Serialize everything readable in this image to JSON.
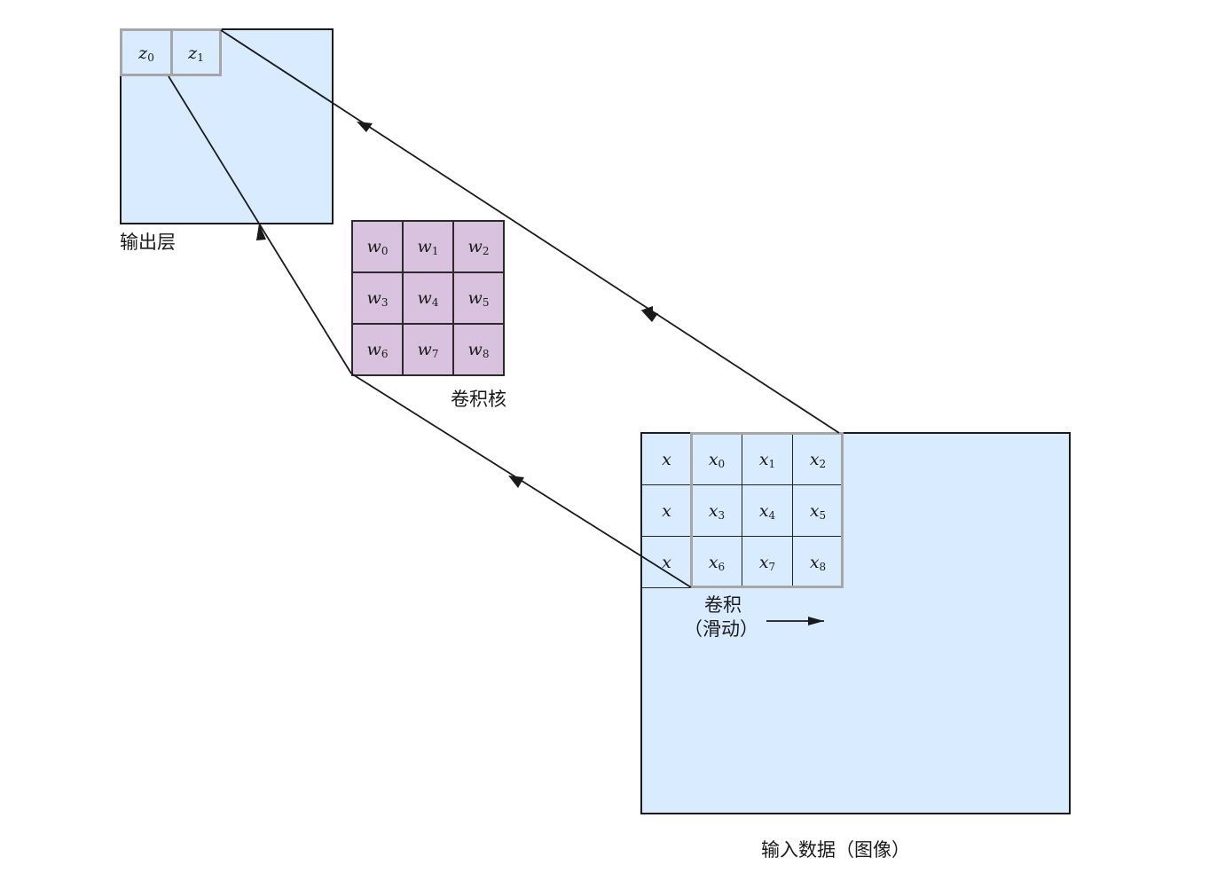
{
  "colors": {
    "input_fill": "#d9ecff",
    "kernel_fill": "#d8c2dd",
    "frame_gray": "#a6a6a6",
    "line": "#1a1a1a"
  },
  "output_layer": {
    "label": "输出层",
    "cells": [
      {
        "base": "z",
        "sub": "0"
      },
      {
        "base": "z",
        "sub": "1"
      }
    ]
  },
  "kernel": {
    "label": "卷积核",
    "cells": [
      {
        "base": "w",
        "sub": "0"
      },
      {
        "base": "w",
        "sub": "1"
      },
      {
        "base": "w",
        "sub": "2"
      },
      {
        "base": "w",
        "sub": "3"
      },
      {
        "base": "w",
        "sub": "4"
      },
      {
        "base": "w",
        "sub": "5"
      },
      {
        "base": "w",
        "sub": "6"
      },
      {
        "base": "w",
        "sub": "7"
      },
      {
        "base": "w",
        "sub": "8"
      }
    ]
  },
  "input_data": {
    "label": "输入数据（图像）",
    "left_column": [
      "x",
      "x",
      "x"
    ],
    "cells": [
      {
        "base": "x",
        "sub": "0"
      },
      {
        "base": "x",
        "sub": "1"
      },
      {
        "base": "x",
        "sub": "2"
      },
      {
        "base": "x",
        "sub": "3"
      },
      {
        "base": "x",
        "sub": "4"
      },
      {
        "base": "x",
        "sub": "5"
      },
      {
        "base": "x",
        "sub": "6"
      },
      {
        "base": "x",
        "sub": "7"
      },
      {
        "base": "x",
        "sub": "8"
      }
    ]
  },
  "convolution_label": {
    "line1": "卷积",
    "line2": "（滑动）"
  }
}
